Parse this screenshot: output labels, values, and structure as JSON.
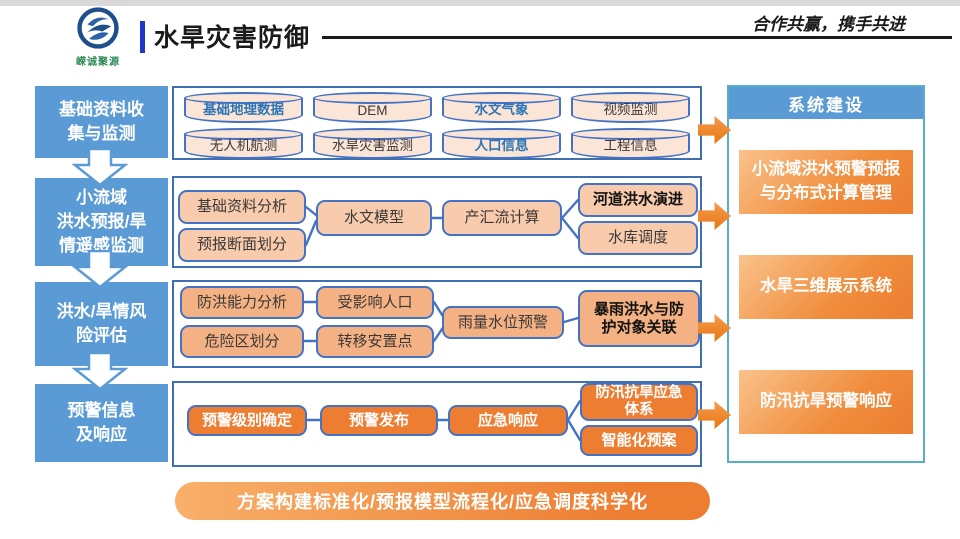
{
  "header": {
    "logo_caption": "嵘诚聚源",
    "title": "水旱灾害防御",
    "slogan": "合作共赢，携手共进"
  },
  "stages": [
    "基础资料收\n集与监测",
    "小流域\n洪水预报/旱\n情遥感监测",
    "洪水/旱情风\n险评估",
    "预警信息\n及响应"
  ],
  "row1_cylinders": [
    "基础地理数据",
    "DEM",
    "水文气象",
    "视频监测",
    "无人机航测",
    "水旱灾害监测",
    "人口信息",
    "工程信息"
  ],
  "row2_boxes": [
    "基础资料分析",
    "预报断面划分",
    "水文模型",
    "产汇流计算",
    "河道洪水演进",
    "水库调度"
  ],
  "row3_boxes": [
    "防洪能力分析",
    "受影响人口",
    "危险区划分",
    "转移安置点",
    "雨量水位预警",
    "暴雨洪水与防\n护对象关联"
  ],
  "row4_boxes": [
    "预警级别确定",
    "预警发布",
    "应急响应",
    "防汛抗旱应急\n体系",
    "智能化预案"
  ],
  "system_panel": {
    "title": "系统建设",
    "items": [
      "小流域洪水预警预报\n与分布式计算管理",
      "水旱三维展示系统",
      "防汛抗旱预警响应"
    ]
  },
  "footer_banner": "方案构建标准化/预报模型流程化/应急调度科学化",
  "colors": {
    "stage_blue": "#5B9BD5",
    "accent_orange": "#ED7D31",
    "cylinder_fill": "#FBE5D6",
    "box_peach": "#F8CBAD",
    "box_amber": "#F4B183",
    "border_blue": "#4472C4",
    "panel_border_teal": "#56AECB",
    "title_bar_blue": "#2236C9",
    "logo_green": "#2E8B57"
  }
}
